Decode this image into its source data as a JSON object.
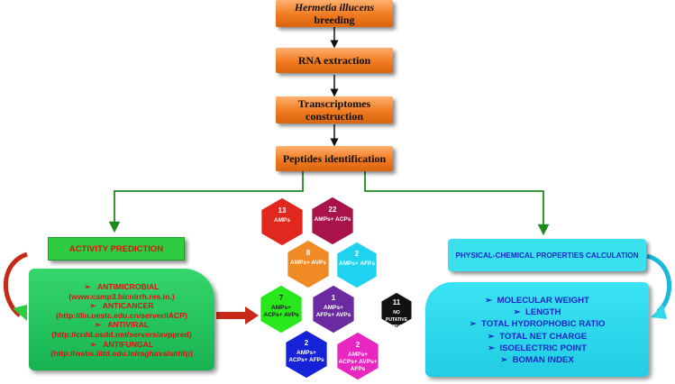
{
  "flow_steps": [
    {
      "italic": "Hermetia illucens",
      "text": "breeding"
    },
    {
      "italic": "",
      "text": "RNA extraction"
    },
    {
      "italic": "",
      "text": "Transcriptomes construction"
    },
    {
      "italic": "",
      "text": "Peptides identification"
    }
  ],
  "activity": {
    "title": "ACTIVITY PREDICTION",
    "items": [
      {
        "name": "ANTIMICROBIAL",
        "url": "(www.camp3.bicnirrh.res.in.)"
      },
      {
        "name": "ANTICANCER",
        "url": "(http://lin.uestc.edu.cn/server/iACP)"
      },
      {
        "name": "ANTIVIRAL",
        "url": "(http://crdd.osdd.net/servers/avppred)"
      },
      {
        "name": "ANTIFUNGAL",
        "url": "(http://webs.iiitd.edu.in/raghava/antifp)"
      }
    ],
    "bullet": "➢"
  },
  "physchem": {
    "title": "PHYSICAL-CHEMICAL PROPERTIES CALCULATION",
    "items": [
      "MOLECULAR WEIGHT",
      "LENGTH",
      "TOTAL HYDROPHOBIC RATIO",
      "TOTAL NET CHARGE",
      "ISOELECTRIC POINT",
      "BOMAN INDEX"
    ],
    "bullet": "➢"
  },
  "hexagons": [
    {
      "count": "13",
      "label": "AMPs",
      "color": "#e0281e"
    },
    {
      "count": "22",
      "label": "AMPs+ ACPs",
      "color": "#a8134a"
    },
    {
      "count": "8",
      "label": "AMPs+ AVPs",
      "color": "#f08a24"
    },
    {
      "count": "2",
      "label": "AMPs+ AFPs",
      "color": "#1fd2f0"
    },
    {
      "count": "7",
      "label": "AMPs+ ACPs+ AVPs",
      "color": "#28e81c"
    },
    {
      "count": "1",
      "label": "AMPs+ AFPs+ AVPs",
      "color": "#6b2aa0"
    },
    {
      "count": "11",
      "label": "NO PUTATIVE ACTIVITY",
      "color": "#111111"
    },
    {
      "count": "2",
      "label": "AMPs+ ACPs+ AFPs",
      "color": "#1622d8"
    },
    {
      "count": "2",
      "label": "AMPs+ ACPs+ AVPs+ AFPs",
      "color": "#e826c0"
    }
  ],
  "colors": {
    "orange": "#f07a20",
    "green_title": "#2ecc40",
    "green_panel": "#21bf5e",
    "red_text": "#e01010",
    "cyan_title": "#3be0ee",
    "cyan_panel": "#2fd9ee",
    "blue_text": "#1a27c9",
    "connector": "#1f8a1f"
  }
}
